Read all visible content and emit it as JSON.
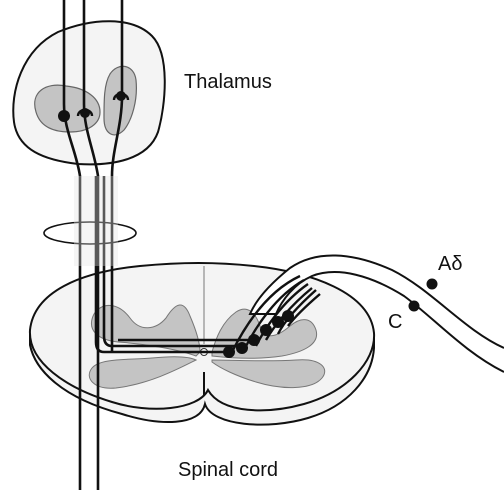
{
  "labels": {
    "thalamus": "Thalamus",
    "spinal_cord": "Spinal cord",
    "a_delta": "Aδ",
    "c_fiber": "C"
  },
  "colors": {
    "background": "#ffffff",
    "stroke": "#111111",
    "tissue_fill": "#f4f4f4",
    "grey_matter": "#c4c4c4",
    "light_grey": "#e2e2e2"
  }
}
